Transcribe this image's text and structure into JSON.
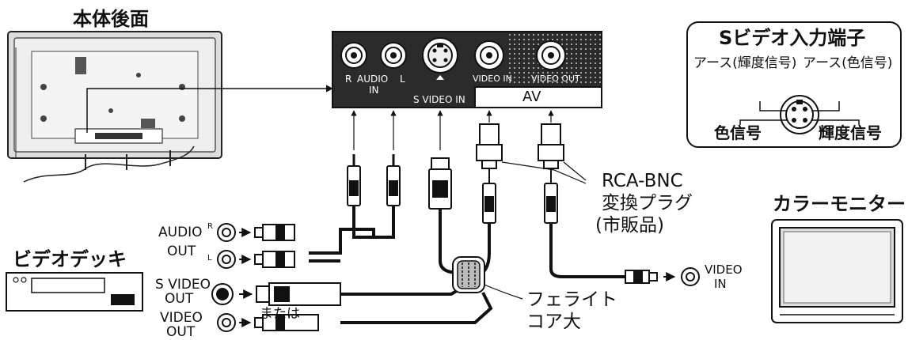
{
  "title": "本体後面",
  "panel": {
    "audio_r_mark": "R",
    "audio_l_mark": "L",
    "audio_label": "AUDIO",
    "audio_in": "IN",
    "svideo_in": "S VIDEO IN",
    "video_in": "VIDEO IN",
    "video_out": "VIDEO OUT",
    "av_label": "AV"
  },
  "svideo_box": {
    "title": "Sビデオ入力端子",
    "ground_luma": "アース(輝度信号)",
    "ground_chroma": "アース(色信号)",
    "chroma": "色信号",
    "luma": "輝度信号"
  },
  "adapter": {
    "line1": "RCA-BNC",
    "line2": "変換プラグ",
    "line3": "(市販品)"
  },
  "vcr": {
    "title": "ビデオデッキ",
    "audio_out": "AUDIO",
    "out": "OUT",
    "r_mark": "R",
    "l_mark": "L",
    "svideo_out_1": "S VIDEO",
    "svideo_out_2": "OUT",
    "video_out_1": "VIDEO",
    "video_out_2": "OUT",
    "or": "または"
  },
  "ferrite": {
    "line1": "フェライト",
    "line2": "コア大"
  },
  "monitor": {
    "title": "カラーモニター",
    "video": "VIDEO",
    "in": "IN"
  }
}
